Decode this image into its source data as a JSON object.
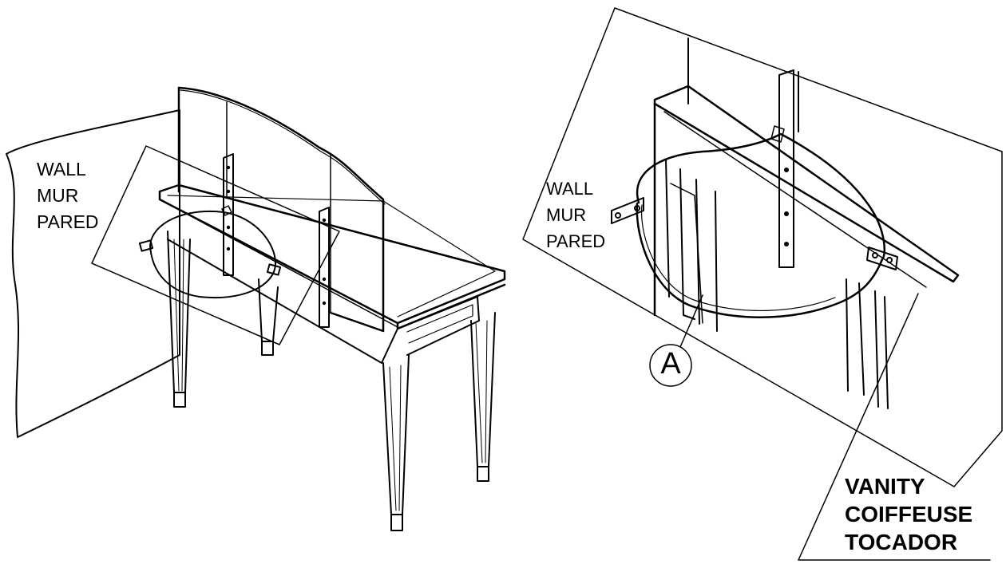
{
  "left_view": {
    "wall_labels": [
      "WALL",
      "MUR",
      "PARED"
    ]
  },
  "right_view": {
    "wall_labels": [
      "WALL",
      "MUR",
      "PARED"
    ],
    "callout": "A",
    "vanity_labels": [
      "VANITY",
      "COIFFEUSE",
      "TOCADOR"
    ]
  },
  "colors": {
    "line": "#000000",
    "background": "#ffffff"
  }
}
